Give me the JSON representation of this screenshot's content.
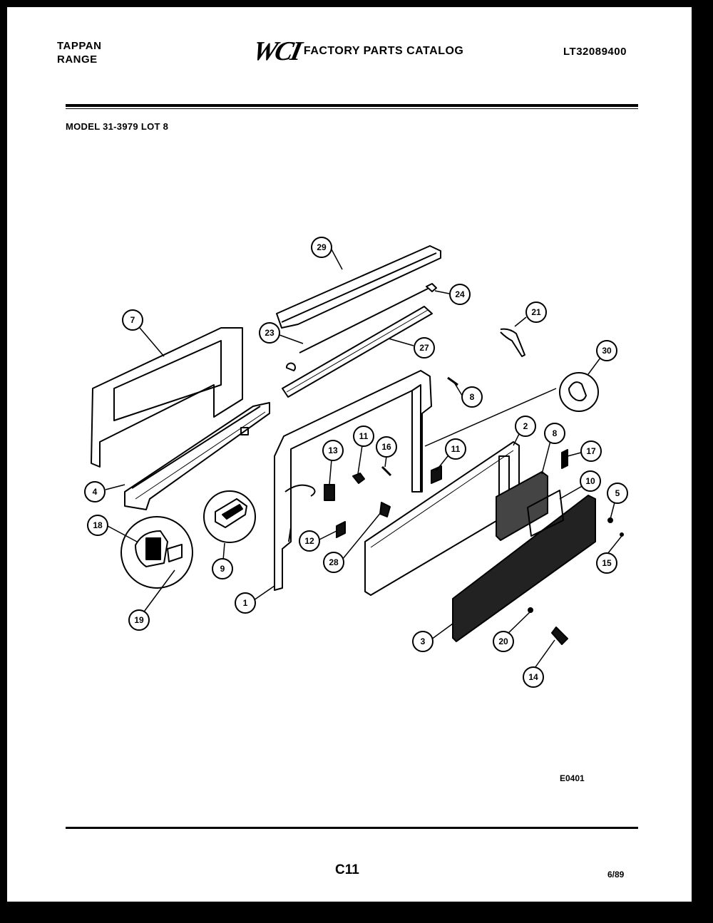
{
  "header": {
    "brand_line1": "TAPPAN",
    "brand_line2": "RANGE",
    "logo": "WCI",
    "catalog_title": "FACTORY PARTS CATALOG",
    "catalog_number": "LT32089400"
  },
  "model_line": "MODEL 31-3979 LOT 8",
  "diagram_code": "E0401",
  "footer": {
    "page_code": "C11",
    "date_code": "6/89"
  },
  "callouts": [
    {
      "id": "c29a",
      "label": "29"
    },
    {
      "id": "c24",
      "label": "24"
    },
    {
      "id": "c21",
      "label": "21"
    },
    {
      "id": "c7",
      "label": "7"
    },
    {
      "id": "c23",
      "label": "23"
    },
    {
      "id": "c27",
      "label": "27"
    },
    {
      "id": "c30",
      "label": "30"
    },
    {
      "id": "c8a",
      "label": "8"
    },
    {
      "id": "c2",
      "label": "2"
    },
    {
      "id": "c8b",
      "label": "8"
    },
    {
      "id": "c17",
      "label": "17"
    },
    {
      "id": "c11a",
      "label": "11"
    },
    {
      "id": "c13",
      "label": "13"
    },
    {
      "id": "c16",
      "label": "16"
    },
    {
      "id": "c11b",
      "label": "11"
    },
    {
      "id": "c10",
      "label": "10"
    },
    {
      "id": "c4",
      "label": "4"
    },
    {
      "id": "c5",
      "label": "5"
    },
    {
      "id": "c18",
      "label": "18"
    },
    {
      "id": "c12",
      "label": "12"
    },
    {
      "id": "c28",
      "label": "28"
    },
    {
      "id": "c15",
      "label": "15"
    },
    {
      "id": "c9",
      "label": "9"
    },
    {
      "id": "c1",
      "label": "1"
    },
    {
      "id": "c19",
      "label": "19"
    },
    {
      "id": "c3",
      "label": "3"
    },
    {
      "id": "c20",
      "label": "20"
    },
    {
      "id": "c14",
      "label": "14"
    }
  ]
}
